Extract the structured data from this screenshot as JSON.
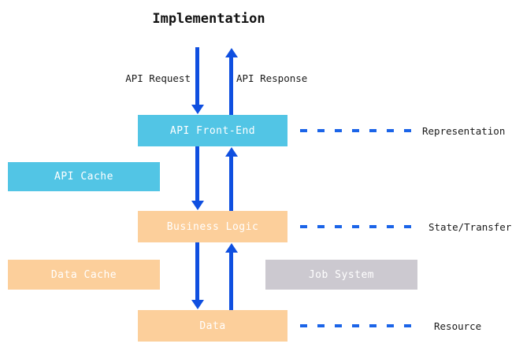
{
  "diagram": {
    "title": "Implementation",
    "nodes": [
      {
        "id": "api-front-end",
        "label": "API Front-End",
        "color": "#52c5e5"
      },
      {
        "id": "api-cache",
        "label": "API Cache",
        "color": "#52c5e5"
      },
      {
        "id": "business-logic",
        "label": "Business Logic",
        "color": "#fccf9b"
      },
      {
        "id": "data-cache",
        "label": "Data Cache",
        "color": "#fccf9b"
      },
      {
        "id": "job-system",
        "label": "Job System",
        "color": "#ccc9d0"
      },
      {
        "id": "data",
        "label": "Data",
        "color": "#fccf9b"
      }
    ],
    "edge_labels": {
      "request": "API Request",
      "response": "API Response"
    },
    "side_labels": [
      {
        "id": "representation",
        "label": "Representation"
      },
      {
        "id": "state-transfer",
        "label": "State/Transfer"
      },
      {
        "id": "resource",
        "label": "Resource"
      }
    ],
    "colors": {
      "arrow": "#0f4fe0",
      "dash": "#1b64e8",
      "blue_node": "#52c5e5",
      "orange_node": "#fccf9b",
      "gray_node": "#ccc9d0",
      "background": "#ffffff",
      "text_dark": "#1a1a1a",
      "text_light": "#ffffff"
    }
  }
}
